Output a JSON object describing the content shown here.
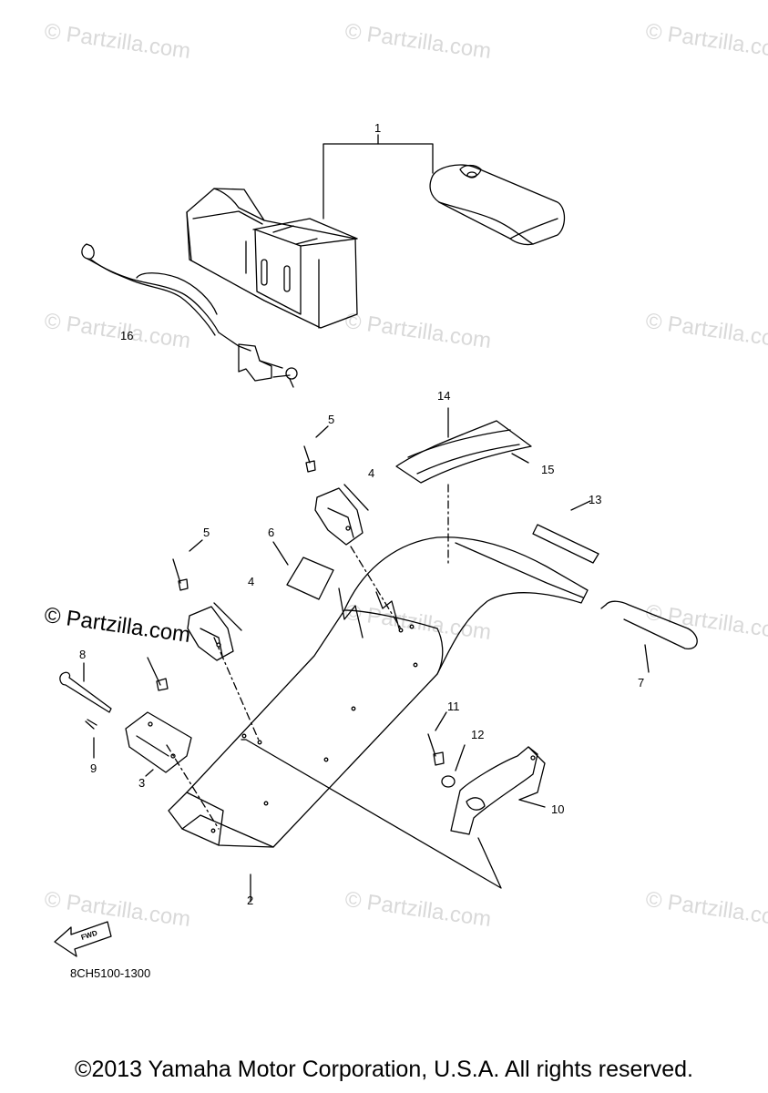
{
  "watermarks": [
    "© Partzilla.com",
    "© Partzilla.com",
    "© Partzilla.com",
    "© Partzilla.com",
    "© Partzilla.com",
    "© Partzilla.com",
    "© Partzilla.com",
    "© Partzilla.com",
    "© Partzilla.com",
    "© Partzilla.com",
    "© Partzilla.com",
    "© Partzilla.com"
  ],
  "watermark_dark": "© Partzilla.com",
  "callouts": {
    "c1": "1",
    "c2": "2",
    "c3": "3",
    "c4a": "4",
    "c4b": "4",
    "c5a": "5",
    "c5b": "5",
    "c6": "6",
    "c7": "7",
    "c8": "8",
    "c9": "9",
    "c10": "10",
    "c11": "11",
    "c12": "12",
    "c13": "13",
    "c14": "14",
    "c15": "15",
    "c16": "16"
  },
  "fwd_label": "FWD",
  "diagram_code": "8CH5100-1300",
  "copyright": "©2013 Yamaha Motor Corporation, U.S.A. All rights reserved.",
  "colors": {
    "line": "#000000",
    "watermark": "#d9d9d9",
    "background": "#ffffff"
  }
}
